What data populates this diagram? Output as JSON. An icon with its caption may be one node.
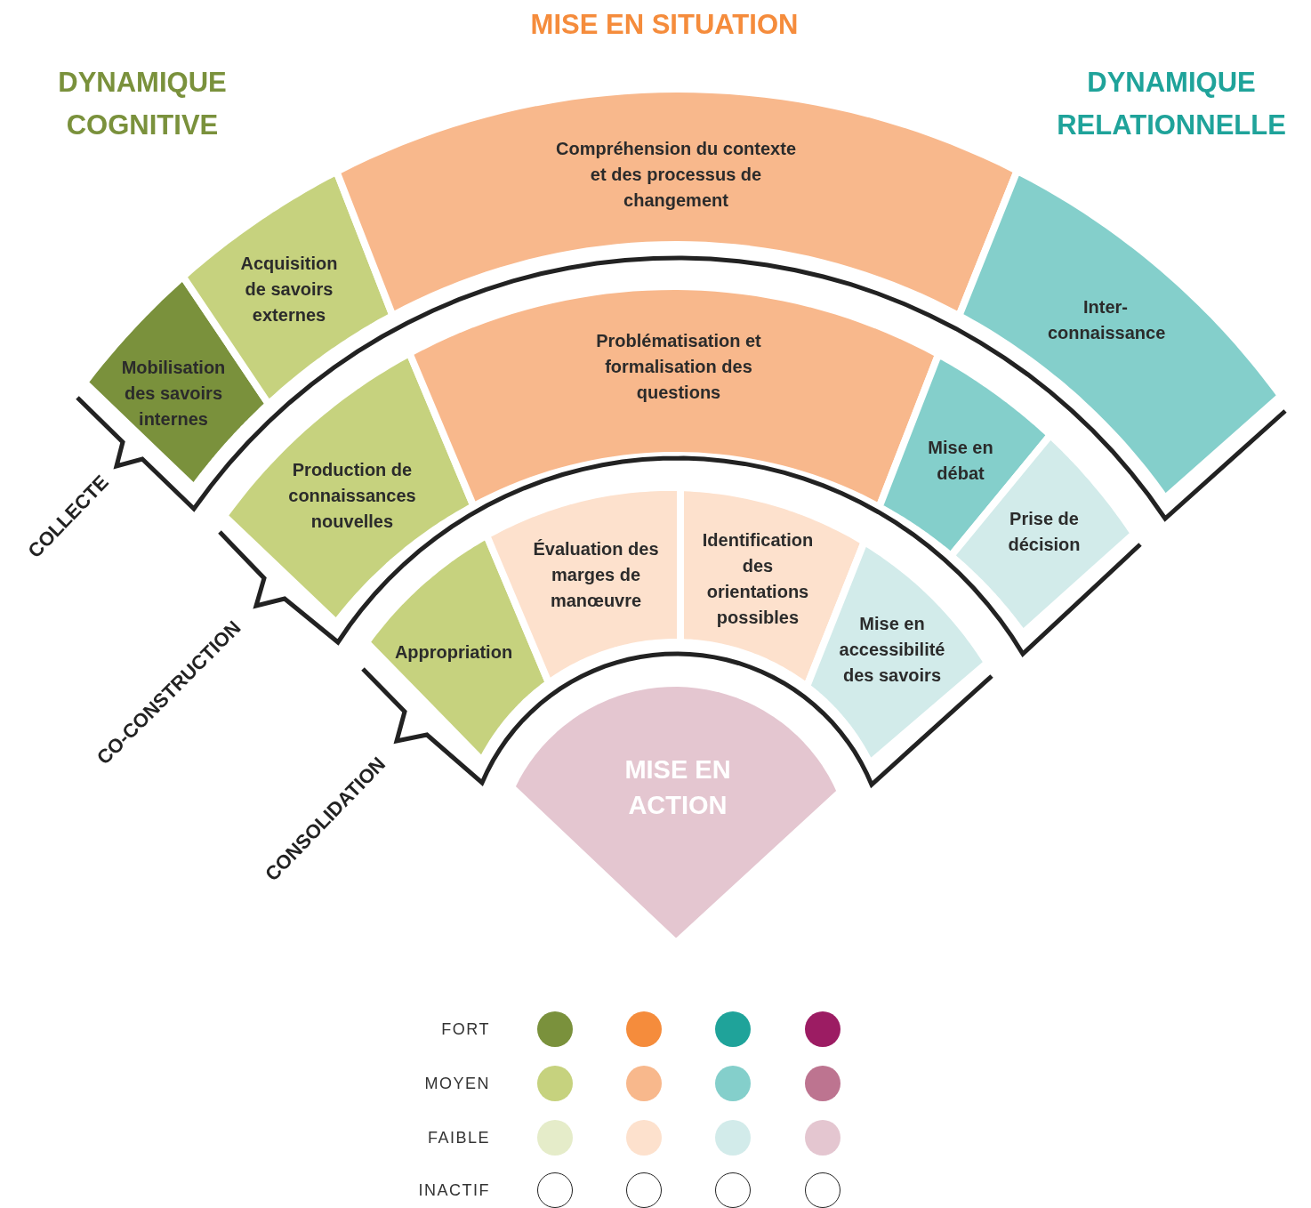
{
  "diagram": {
    "nodes": [
      {
        "text": [
          "Mobilisation des savoirs internes"
        ]
      },
      {
        "text": [
          "Acquisition de savoirs externes"
        ]
      },
      {
        "text": [
          "Compréhension du contexte et des processus de changement"
        ]
      },
      {
        "text": [
          "Inter-connaissance"
        ]
      },
      {
        "text": [
          "Production de connaissances nouvelles"
        ]
      },
      {
        "text": [
          "Problématisation et formalisation des questions"
        ]
      },
      {
        "text": [
          "Mise en débat"
        ]
      },
      {
        "text": [
          "Prise de décision"
        ]
      },
      {
        "text": [
          "Appropriation"
        ]
      },
      {
        "text": [
          "Évaluation des marges de manœuvre"
        ]
      },
      {
        "text": [
          "Identification des orientations possibles"
        ]
      },
      {
        "text": [
          "Mise en accessibilité des savoirs"
        ]
      },
      {
        "text": [
          "MISE EN ACTION"
        ]
      }
    ],
    "labels": [
      "MISE EN SITUATION",
      "DYNAMIQUE COGNITIVE",
      "DYNAMIQUE RELATIONNELLE",
      "COLLECTE",
      "CO-CONSTRUCTION",
      "CONSOLIDATION"
    ],
    "legend": [
      {
        "text": "FORT"
      },
      {
        "text": "MOYEN"
      },
      {
        "text": "FAIBLE"
      },
      {
        "text": "INACTIF"
      }
    ]
  }
}
